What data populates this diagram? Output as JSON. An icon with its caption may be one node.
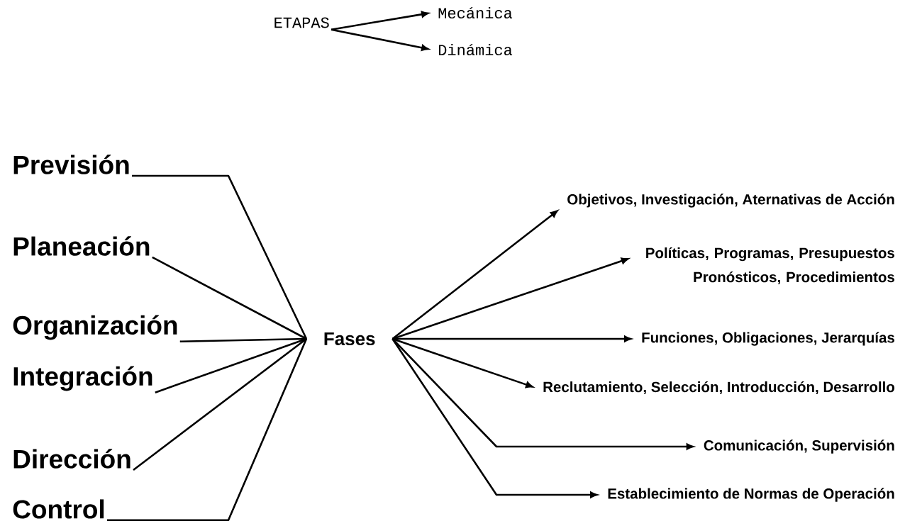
{
  "diagram": {
    "nodes": [
      {
        "text": [
          "ETAPAS"
        ]
      },
      {
        "text": [
          "Mecánica"
        ]
      },
      {
        "text": [
          "Dinámica"
        ]
      },
      {
        "text": [
          "Previsión"
        ]
      },
      {
        "text": [
          "Planeación"
        ]
      },
      {
        "text": [
          "Organización"
        ]
      },
      {
        "text": [
          "Integración"
        ]
      },
      {
        "text": [
          "Dirección"
        ]
      },
      {
        "text": [
          "Control"
        ]
      },
      {
        "text": [
          "Fases"
        ]
      },
      {
        "text": [
          "Objetivos, Investigación, Aternativas de Acción"
        ]
      },
      {
        "text": [
          "Políticas, Programas, Presupuestos Pronósticos, Procedimientos"
        ]
      },
      {
        "text": [
          "Funciones, Obligaciones, Jerarquías"
        ]
      },
      {
        "text": [
          "Reclutamiento, Selección, Introducción, Desarrollo"
        ]
      },
      {
        "text": [
          "Comunicación, Supervisión"
        ]
      },
      {
        "text": [
          "Establecimiento de Normas de Operación"
        ]
      }
    ],
    "edges": [
      {
        "from": 0,
        "to": 1,
        "arrow": "to"
      },
      {
        "from": 0,
        "to": 2,
        "arrow": "to"
      },
      {
        "from": 3,
        "to": 9,
        "arrow": "none"
      },
      {
        "from": 4,
        "to": 9,
        "arrow": "none"
      },
      {
        "from": 5,
        "to": 9,
        "arrow": "none"
      },
      {
        "from": 6,
        "to": 9,
        "arrow": "none"
      },
      {
        "from": 7,
        "to": 9,
        "arrow": "none"
      },
      {
        "from": 8,
        "to": 9,
        "arrow": "none"
      },
      {
        "from": 9,
        "to": 10,
        "arrow": "to"
      },
      {
        "from": 9,
        "to": 11,
        "arrow": "to"
      },
      {
        "from": 9,
        "to": 12,
        "arrow": "to"
      },
      {
        "from": 9,
        "to": 13,
        "arrow": "to"
      },
      {
        "from": 9,
        "to": 14,
        "arrow": "to"
      },
      {
        "from": 9,
        "to": 15,
        "arrow": "to"
      }
    ]
  }
}
